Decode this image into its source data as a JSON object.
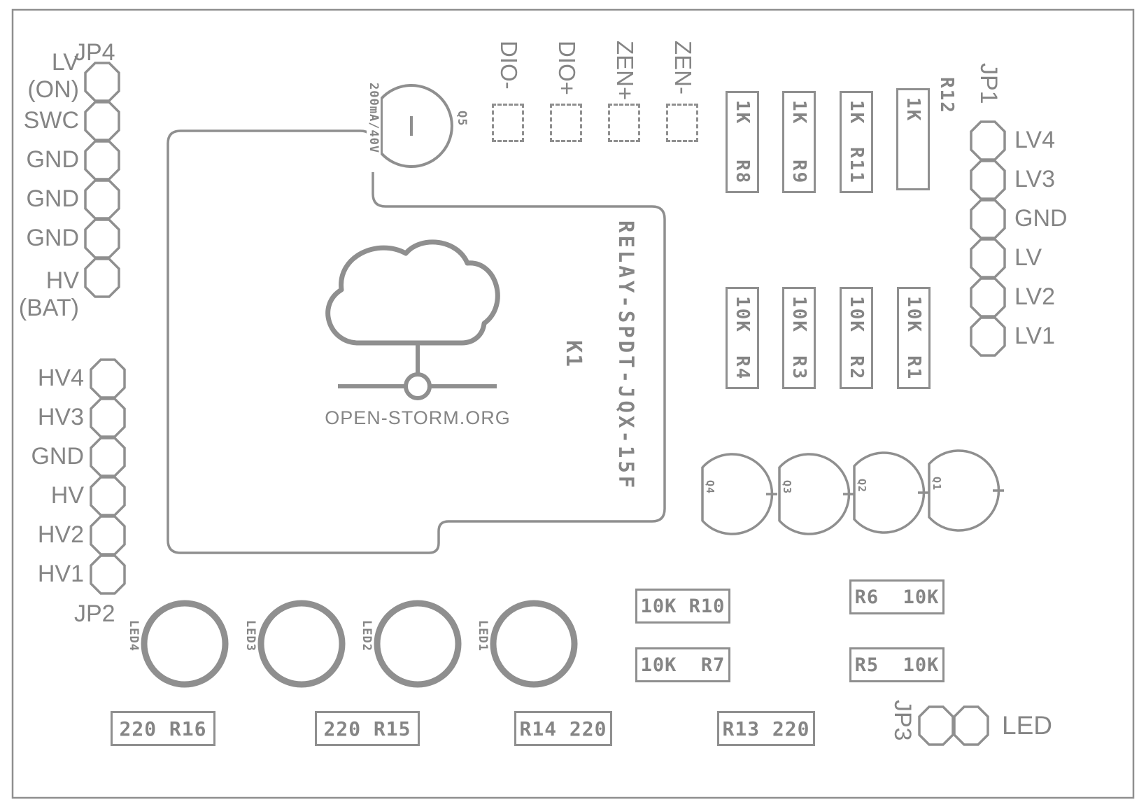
{
  "colors": {
    "stroke": "#8f8f8f",
    "text": "#858585"
  },
  "jp4": {
    "label": "JP4",
    "pins": [
      "LV\n(ON)",
      "SWC",
      "GND",
      "GND",
      "GND",
      "HV\n(BAT)"
    ]
  },
  "jp2": {
    "label": "JP2",
    "pins": [
      "HV4",
      "HV3",
      "GND",
      "HV",
      "HV2",
      "HV1"
    ]
  },
  "jp1": {
    "label": "JP1",
    "pins": [
      "LV4",
      "LV3",
      "GND",
      "LV",
      "LV2",
      "LV1"
    ]
  },
  "jp3": {
    "label": "JP3",
    "net": "LED"
  },
  "relay": {
    "ref": "K1",
    "value": "RELAY-SPDT-JQX-15F"
  },
  "logo_text": "OPEN-STORM.ORG",
  "q5": {
    "ref": "Q5",
    "rating": "200mA/40V"
  },
  "test_pads": [
    "DIO-",
    "DIO+",
    "ZEN+",
    "ZEN-"
  ],
  "res_top": [
    {
      "value": "1K",
      "ref": "R8"
    },
    {
      "value": "1K",
      "ref": "R9"
    },
    {
      "value": "1K",
      "ref": "R11"
    },
    {
      "value": "1K",
      "ref": "R12"
    }
  ],
  "res_mid": [
    {
      "value": "10K",
      "ref": "R4"
    },
    {
      "value": "10K",
      "ref": "R3"
    },
    {
      "value": "10K",
      "ref": "R2"
    },
    {
      "value": "10K",
      "ref": "R1"
    }
  ],
  "transistors": [
    "Q4",
    "Q3",
    "Q2",
    "Q1"
  ],
  "res_right": [
    "10K R10",
    "10K  R7",
    "R6  10K",
    "R5  10K"
  ],
  "leds": [
    "LED4",
    "LED3",
    "LED2",
    "LED1"
  ],
  "res_bottom": [
    "220 R16",
    "220 R15",
    "R14 220",
    "R13 220"
  ]
}
